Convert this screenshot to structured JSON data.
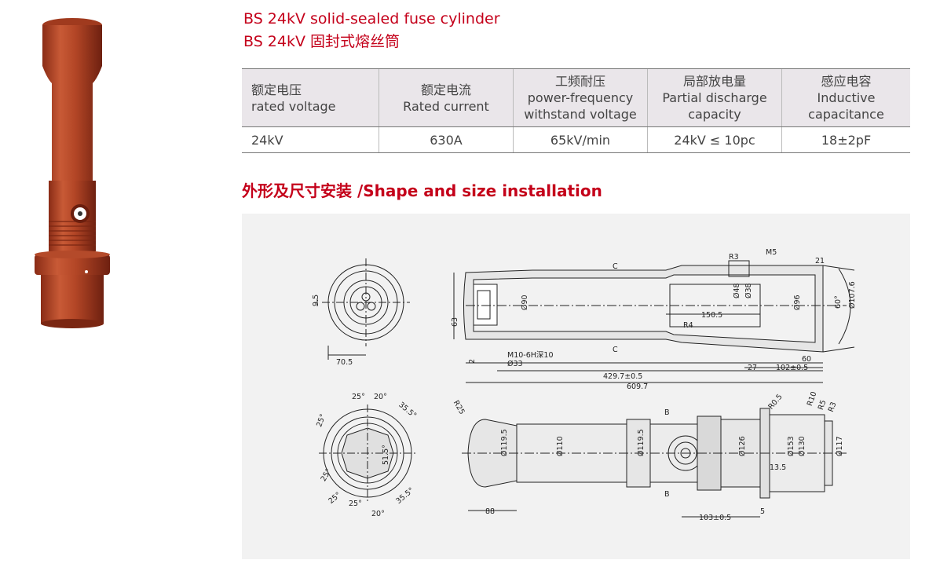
{
  "header": {
    "title_en": "BS 24kV solid-sealed fuse cylinder",
    "title_cn": "BS 24kV 固封式熔丝筒"
  },
  "spec_table": {
    "headers": [
      {
        "cn": "额定电压",
        "en1": "rated voltage",
        "en2": ""
      },
      {
        "cn": "额定电流",
        "en1": "Rated current",
        "en2": ""
      },
      {
        "cn": "工频耐压",
        "en1": "power-frequency",
        "en2": "withstand voltage"
      },
      {
        "cn": "局部放电量",
        "en1": "Partial discharge",
        "en2": "capacity"
      },
      {
        "cn": "感应电容",
        "en1": "Inductive",
        "en2": "capacitance"
      }
    ],
    "row": [
      "24kV",
      "630A",
      "65kV/min",
      "24kV ≤ 10pc",
      "18±2pF"
    ]
  },
  "section_title": "外形及尺寸安装 /Shape and size installation",
  "drawing_labels": {
    "front_9_5": "9.5",
    "front_70_5": "70.5",
    "side_63": "63",
    "side_2": "2",
    "d90": "Ø90",
    "thread": "M10-6H深10",
    "d33": "Ø33",
    "len_429": "429.7±0.5",
    "len_609": "609.7",
    "len_150": "150.5",
    "r4": "R4",
    "r3": "R3",
    "m5": "M5",
    "d48": "Ø48",
    "d38": "Ø38",
    "d96": "Ø96",
    "d107": "Ø107.6",
    "d60top": "60°",
    "n21": "21",
    "n60": "60",
    "n27": "27",
    "n102": "102±0.5",
    "c": "C",
    "a25": "25°",
    "a20": "20°",
    "a35": "35.5°",
    "a51": "51.5°",
    "r25": "R25",
    "d119": "Ø119.5",
    "d110": "Ø110",
    "b": "B",
    "n88": "88",
    "d126": "Ø126",
    "d153": "Ø153",
    "d130": "Ø130",
    "d117": "Ø117",
    "r05": "R0.5",
    "r10": "R10",
    "r5": "R5",
    "n13": "13.5",
    "n103": "103±0.5",
    "n5": "5"
  }
}
